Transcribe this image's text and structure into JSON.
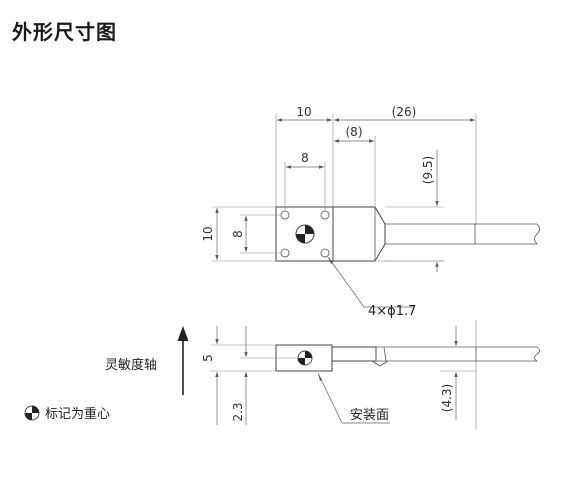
{
  "title": "外形尺寸图",
  "top_view": {
    "dim_10_top": "10",
    "dim_26": "(26)",
    "dim_8_paren": "(8)",
    "dim_8": "8",
    "dim_9_5": "(9.5)",
    "dim_10_left": "10",
    "dim_8_left": "8",
    "holes_label": "4×ϕ1.7"
  },
  "side_view": {
    "axis_label": "灵敏度轴",
    "dim_5": "5",
    "dim_2_3": "2.3",
    "dim_4_3": "(4.3)",
    "mount_surface_label": "安装面"
  },
  "legend": {
    "cog_label": "标记为重心"
  },
  "colors": {
    "line": "#444444",
    "text": "#222222"
  }
}
